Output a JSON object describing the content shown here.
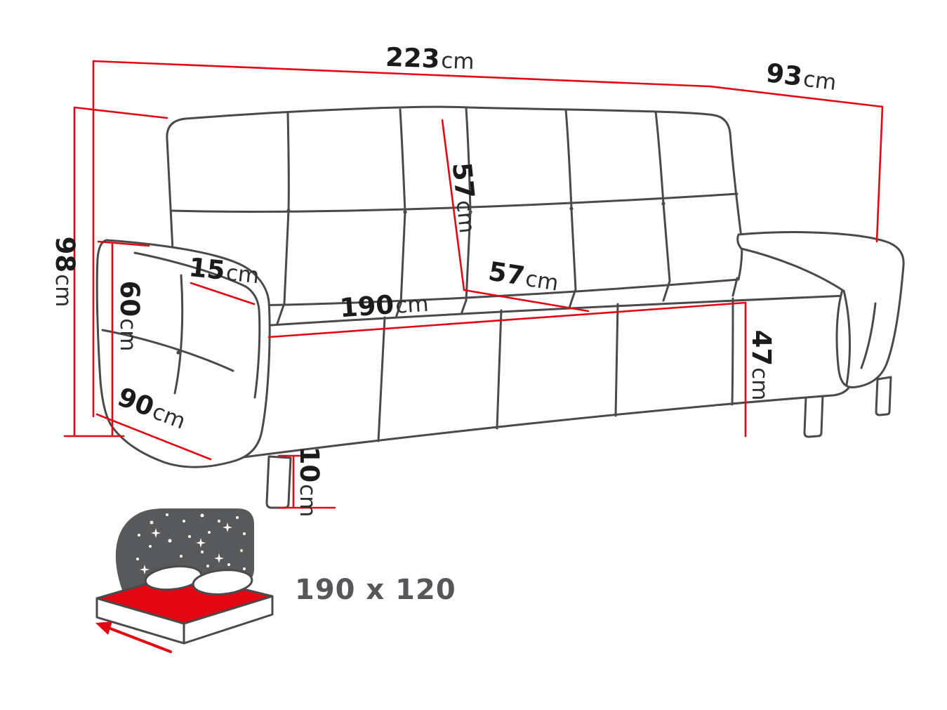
{
  "diagram": {
    "kind": "sofa-bed-dimension-drawing",
    "colors": {
      "dimension_lines": "#e30613",
      "sofa_outline": "#4a4a4a",
      "label_text": "#1b1b1b",
      "icon_headboard": "#58595b",
      "icon_mattress_top": "#e30613"
    },
    "dimensions": {
      "width": {
        "value": "223",
        "unit": "cm"
      },
      "depth": {
        "value": "93",
        "unit": "cm"
      },
      "height": {
        "value": "98",
        "unit": "cm"
      },
      "backrest_height": {
        "value": "57",
        "unit": "cm"
      },
      "seat_depth": {
        "value": "57",
        "unit": "cm"
      },
      "seat_width": {
        "value": "190",
        "unit": "cm"
      },
      "armrest_width": {
        "value": "15",
        "unit": "cm"
      },
      "armrest_height": {
        "value": "60",
        "unit": "cm"
      },
      "side_depth": {
        "value": "90",
        "unit": "cm"
      },
      "seat_height": {
        "value": "47",
        "unit": "cm"
      },
      "leg_height": {
        "value": "10",
        "unit": "cm"
      }
    },
    "sleeping_area": {
      "value": "190 x 120"
    }
  }
}
